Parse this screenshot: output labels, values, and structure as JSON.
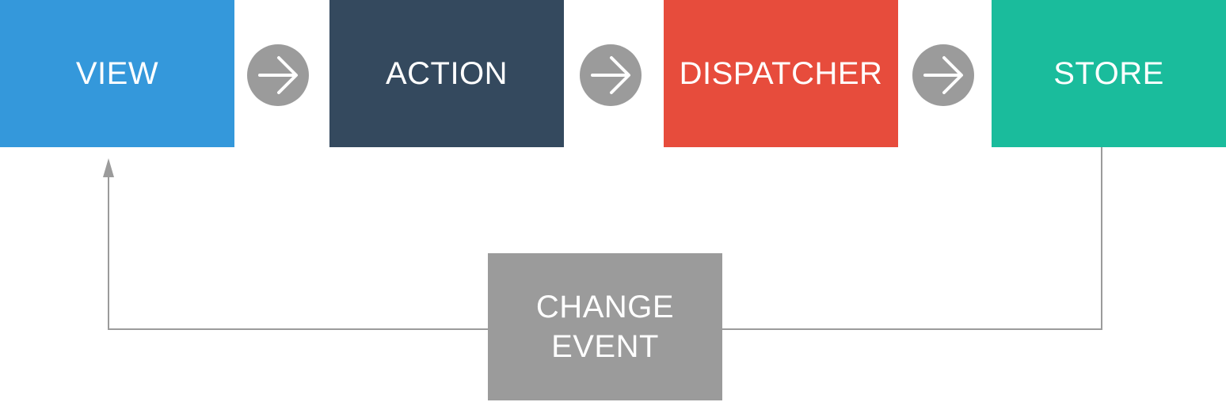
{
  "diagram": {
    "nodes": [
      {
        "id": "view",
        "label": "VIEW",
        "color": "#3498db"
      },
      {
        "id": "action",
        "label": "ACTION",
        "color": "#34495e"
      },
      {
        "id": "dispatcher",
        "label": "DISPATCHER",
        "color": "#e74c3c"
      },
      {
        "id": "store",
        "label": "STORE",
        "color": "#1abc9c"
      }
    ],
    "feedback": {
      "label": "CHANGE\nEVENT",
      "color": "#9b9b9b",
      "from": "store",
      "to": "view"
    },
    "edges": [
      {
        "from": "view",
        "to": "action",
        "icon": "arrow-right-icon"
      },
      {
        "from": "action",
        "to": "dispatcher",
        "icon": "arrow-right-icon"
      },
      {
        "from": "dispatcher",
        "to": "store",
        "icon": "arrow-right-icon"
      }
    ],
    "colors": {
      "arrow_circle": "#9b9b9b",
      "connector_line": "#9b9b9b"
    }
  }
}
